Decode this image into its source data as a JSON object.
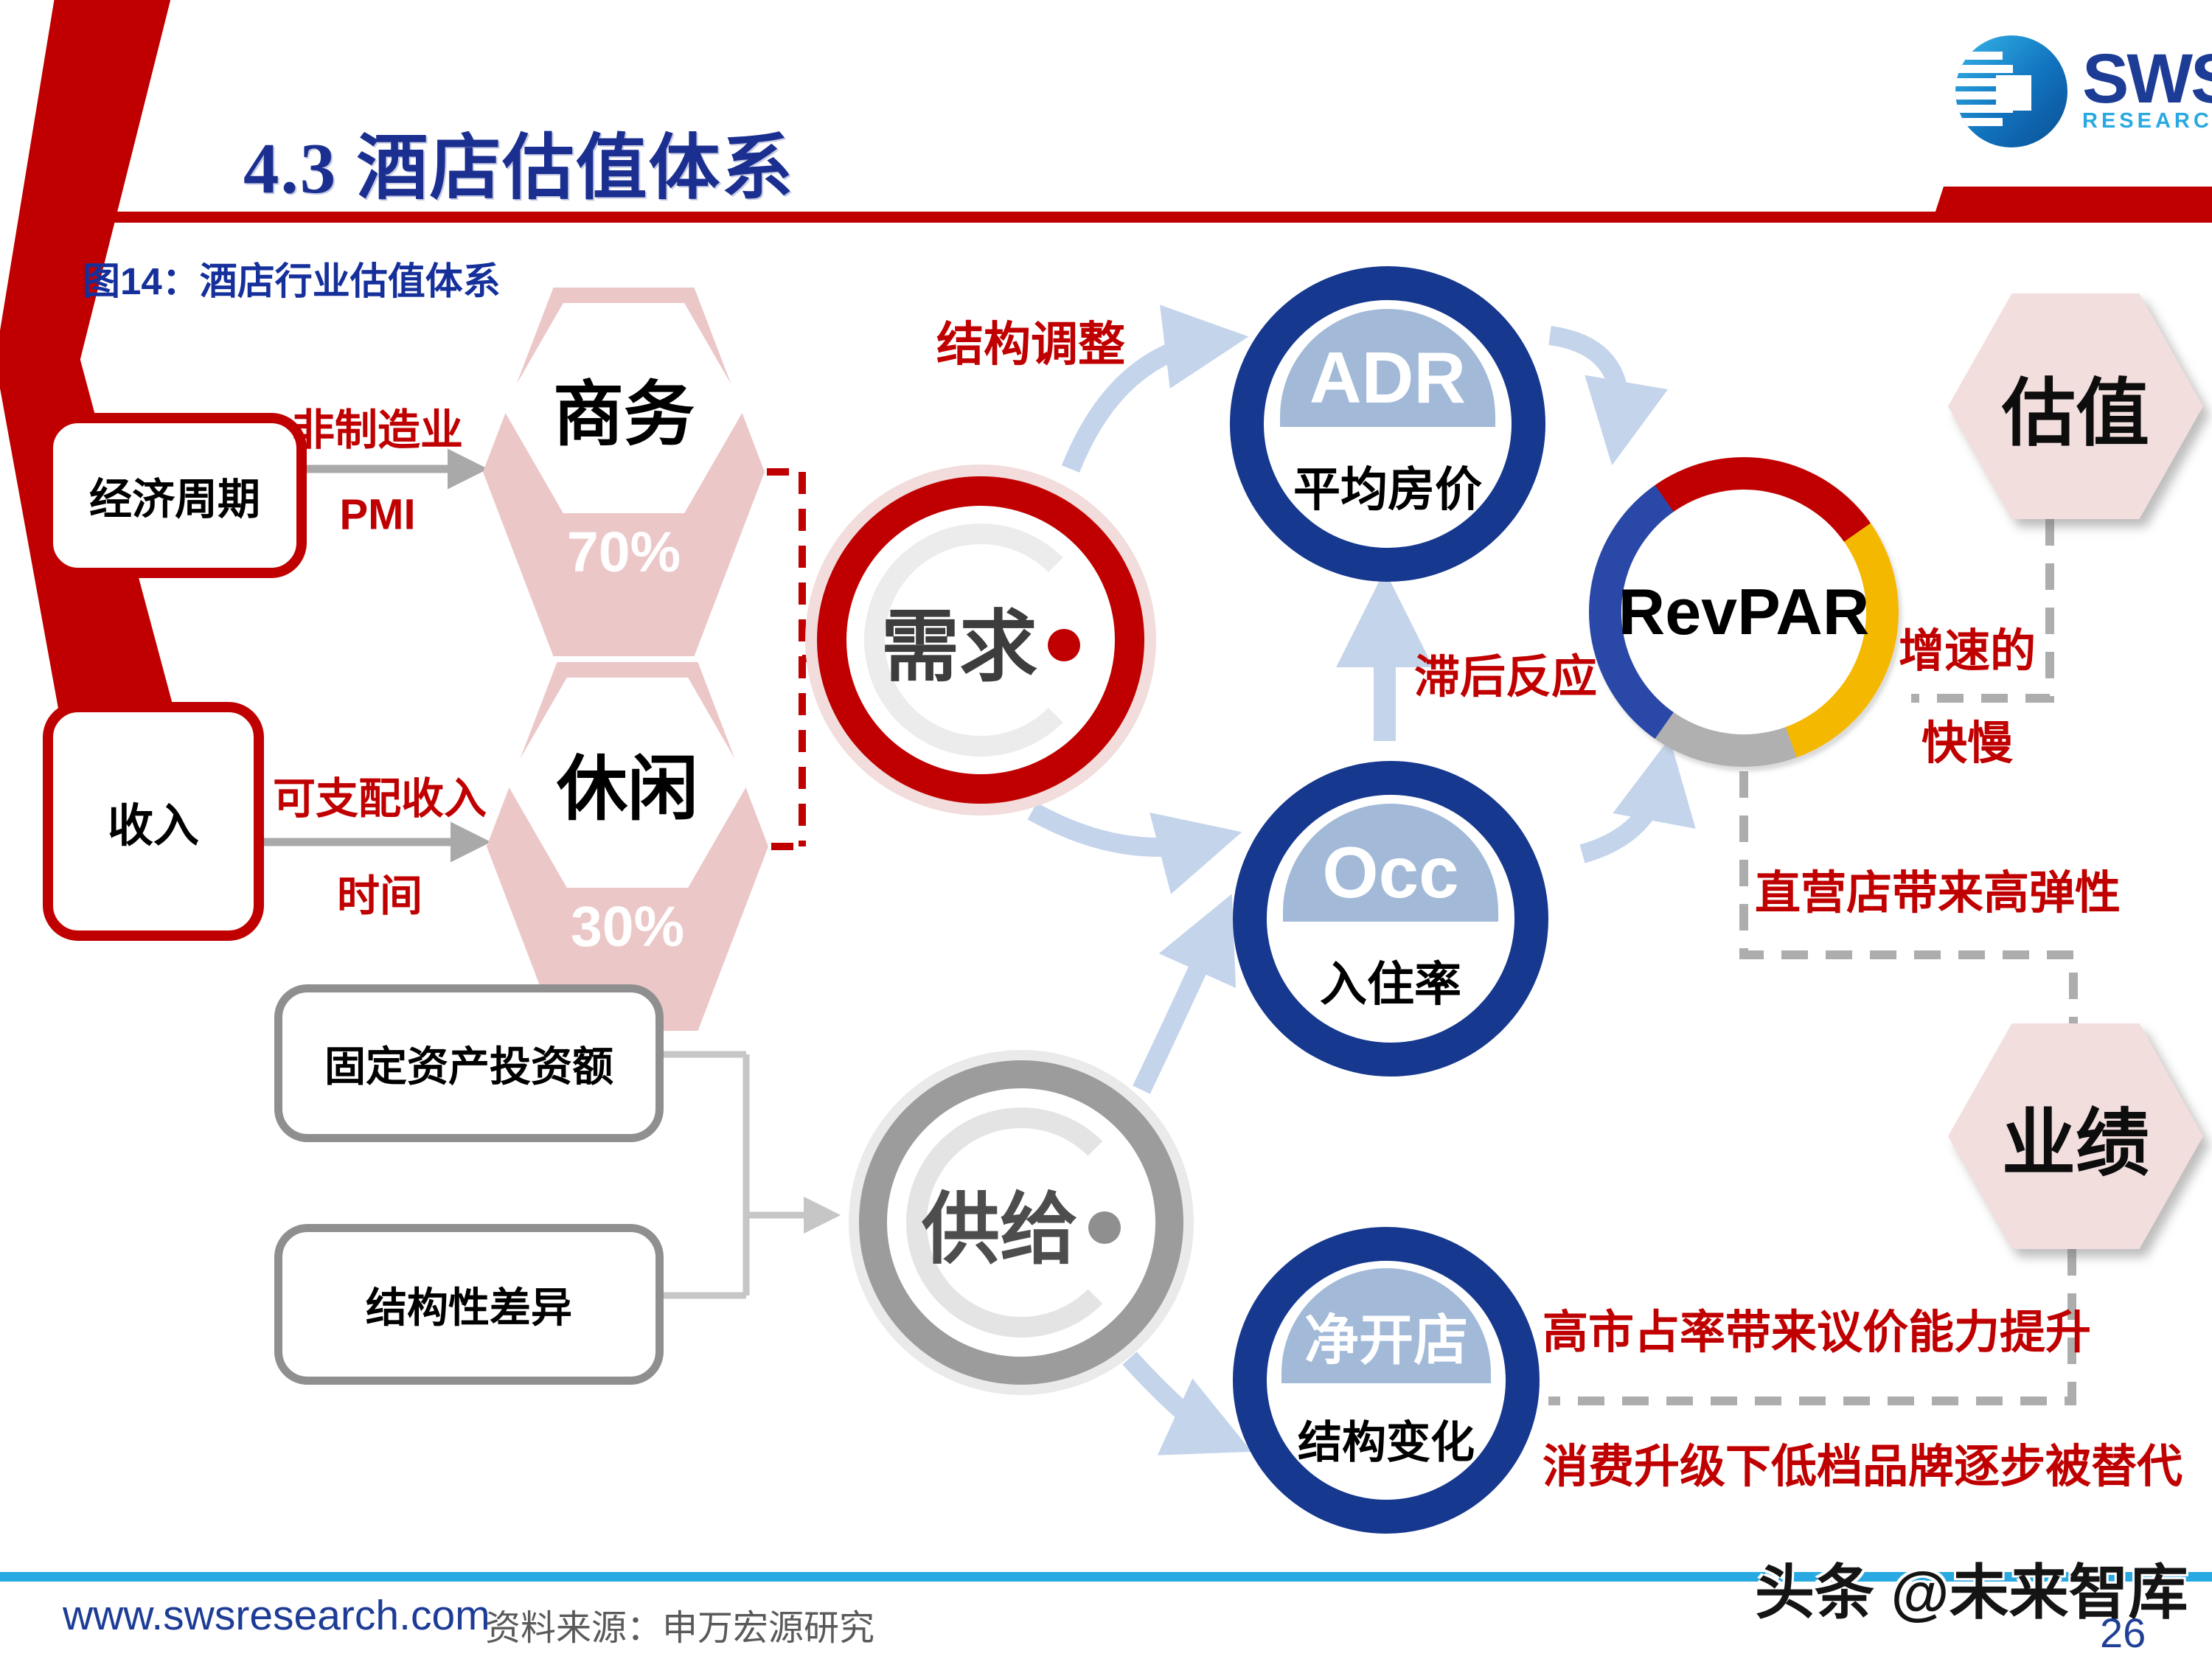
{
  "header": {
    "section_number": "4.3",
    "title": "酒店估值体系",
    "logo_brand": "SWS",
    "logo_sub": "RESEARCH"
  },
  "figure": {
    "caption": "图14：酒店行业估值体系"
  },
  "diagram": {
    "inputs": [
      {
        "label": "经济周期"
      },
      {
        "label": "收入"
      }
    ],
    "input_arrow_labels": [
      {
        "line1": "非制造业",
        "line2": "PMI"
      },
      {
        "line1": "可支配收入",
        "line2": "时间"
      }
    ],
    "segments": [
      {
        "name": "商务",
        "share": "70%"
      },
      {
        "name": "休闲",
        "share": "30%"
      }
    ],
    "demand_label": "需求",
    "supply_label": "供给",
    "supply_factors": [
      {
        "label": "固定资产投资额"
      },
      {
        "label": "结构性差异"
      }
    ],
    "metrics": [
      {
        "abbr": "ADR",
        "name": "平均房价"
      },
      {
        "abbr": "Occ",
        "name": "入住率"
      },
      {
        "abbr": "净开店",
        "name": "结构变化"
      }
    ],
    "revpar_label": "RevPAR",
    "outcomes": [
      {
        "label": "估值"
      },
      {
        "label": "业绩"
      }
    ],
    "annotations": {
      "structure_adjust": "结构调整",
      "lag": "滞后反应",
      "growth_line1": "增速的",
      "growth_line2": "快慢",
      "elasticity": "直营店带来高弹性",
      "market_share": "高市占率带来议价能力提升",
      "upgrade": "消费升级下低档品牌逐步被替代"
    },
    "colors": {
      "accent_red": "#C00000",
      "navy_ring": "#16388E",
      "dome_blue": "#A2B9D8",
      "hex_pink_dark": "#ECC7C7",
      "hex_pink_light": "#F3DEDE",
      "arrow_blue": "#C3D4EB",
      "yellow": "#F5B800",
      "gray_ring": "#9C9C9C",
      "footer_blue": "#29A9E1"
    }
  },
  "footer": {
    "website": "www.swsresearch.com",
    "source": "资料来源：申万宏源研究",
    "watermark": "头条 @未来智库",
    "page": "26"
  }
}
